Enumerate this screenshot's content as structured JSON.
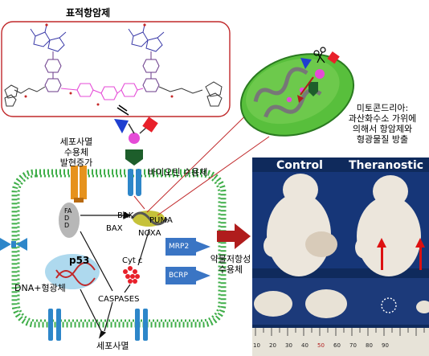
{
  "title": "표적항암제",
  "labels": {
    "receptor_expression": [
      "세포사멸",
      "수용체",
      "발현증가"
    ],
    "biotin_receptor": "바이오틴 수용체",
    "mitochondria_note": [
      "미토콘드리아:",
      "과산화수소 가위에",
      "의해서 항암제와",
      "형광물질 방출"
    ],
    "resistance_receptor": [
      "약물저항성",
      "수용체"
    ],
    "dna_label": "DNA+형광체",
    "cell_death": "세포사멸",
    "control": "Control",
    "theranostic": "Theranostic"
  },
  "proteins": {
    "fadd": "FADD",
    "bak": "BAK",
    "bax": "BAX",
    "puma": "PUMA",
    "noxa": "NOXA",
    "cytc": "Cyt c",
    "caspases": "CASPASES",
    "p53": "p53",
    "mrp2": "MRP2",
    "bcrp": "BCRP"
  },
  "ruler_numbers": [
    "10",
    "20",
    "30",
    "40",
    "50",
    "60",
    "70",
    "80",
    "90"
  ],
  "colors": {
    "membrane": "#3fae49",
    "cell_fill": "#ffffff",
    "receptor": "#2d86c9",
    "transporter": "#3a75c4",
    "arrow_red": "#b01c1c",
    "mito": "#58bf3c",
    "linker_purple": "#7a3fa0",
    "linker_pink": "#e54bd7",
    "drug_red": "#e8202a",
    "drug_blue": "#1e3fd0",
    "pentagon": "#1d5e2b",
    "photo_bg": "#0f2a5c"
  }
}
